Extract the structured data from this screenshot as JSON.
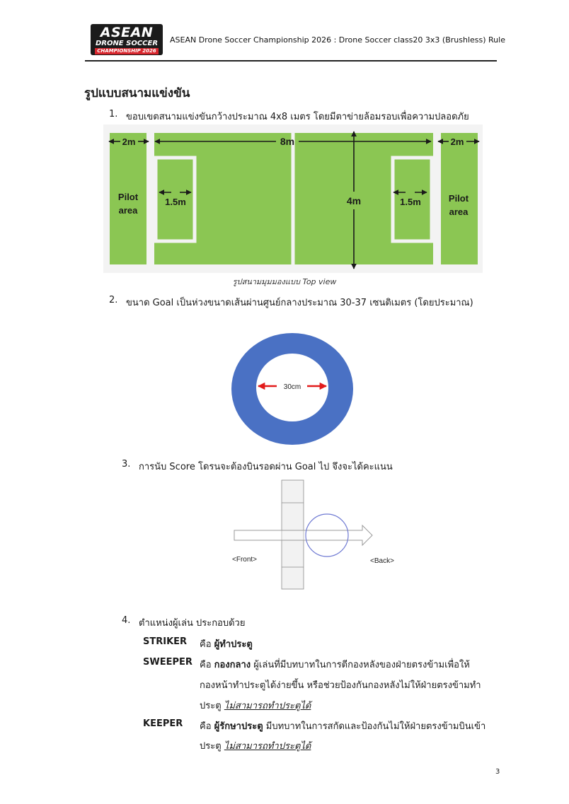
{
  "header": {
    "logo": {
      "line1": "ASEAN",
      "line2": "DRONE SOCCER",
      "line3": "CHAMPIONSHIP 2026"
    },
    "title": "ASEAN Drone Soccer Championship 2026 : Drone Soccer class20 3x3 (Brushless) Rule"
  },
  "section_title": "รูปแบบสนามแข่งขัน",
  "items": [
    {
      "number": "1.",
      "text": "ขอบเขตสนามแข่งขันกว้างประมาณ 4x8 เมตร โดยมีตาข่ายล้อมรอบเพื่อความปลอดภัย"
    },
    {
      "number": "2.",
      "text": "ขนาด Goal เป็นห่วงขนาดเส้นผ่านศูนย์กลางประมาณ 30-37 เซนติเมตร (โดยประมาณ)"
    },
    {
      "number": "3.",
      "text": "การนับ Score โดรนจะต้องบินรอดผ่าน Goal ไป จึงจะได้คะแนน"
    },
    {
      "number": "4.",
      "text": "ตำแหน่งผู้เล่น ประกอบด้วย"
    }
  ],
  "field_diagram": {
    "left_width": "2m",
    "field_length": "8m",
    "right_width": "2m",
    "field_width": "4m",
    "left_box": "1.5m",
    "right_box": "1.5m",
    "left_area_line1": "Pilot",
    "left_area_line2": "area",
    "right_area_line1": "Pilot",
    "right_area_line2": "area",
    "caption": "รูปสนามมุมมองแบบ Top view",
    "colors": {
      "field": "#8bc653",
      "border": "#f3f3f3",
      "arrow": "#1a1a1a"
    }
  },
  "goal_diagram": {
    "label": "30cm",
    "colors": {
      "ring": "#4a71c4",
      "arrow": "#e21b1b"
    }
  },
  "score_diagram": {
    "front_label": "<Front>",
    "back_label": "<Back>"
  },
  "roles": [
    {
      "name": "STRIKER",
      "lines": [
        {
          "prefix": "คือ ",
          "bold": "ผู้ทำประตู",
          "rest": "",
          "underline": ""
        }
      ]
    },
    {
      "name": "SWEEPER",
      "lines": [
        {
          "prefix": "คือ ",
          "bold": "กองกลาง",
          "rest": " ผู้เล่นที่มีบทบาทในการตีกองหลังของฝ่ายตรงข้ามเพื่อให้",
          "underline": ""
        },
        {
          "prefix": "",
          "bold": "",
          "rest": "กองหน้าทำประตูได้ง่ายขึ้น หรือช่วยป้องกันกองหลังไม่ให้ฝ่ายตรงข้ามทำ",
          "underline": ""
        },
        {
          "prefix": "",
          "bold": "",
          "rest": "ประตู ",
          "underline": "ไม่สามารถทำประตูได้"
        }
      ]
    },
    {
      "name": "KEEPER",
      "lines": [
        {
          "prefix": "คือ ",
          "bold": "ผู้รักษาประตู",
          "rest": " มีบทบาทในการสกัดและป้องกันไม่ให้ฝ่ายตรงข้ามบินเข้า",
          "underline": ""
        },
        {
          "prefix": "",
          "bold": "",
          "rest": "ประตู ",
          "underline": "ไม่สามารถทำประตูได้"
        }
      ]
    }
  ],
  "page_number": "3"
}
